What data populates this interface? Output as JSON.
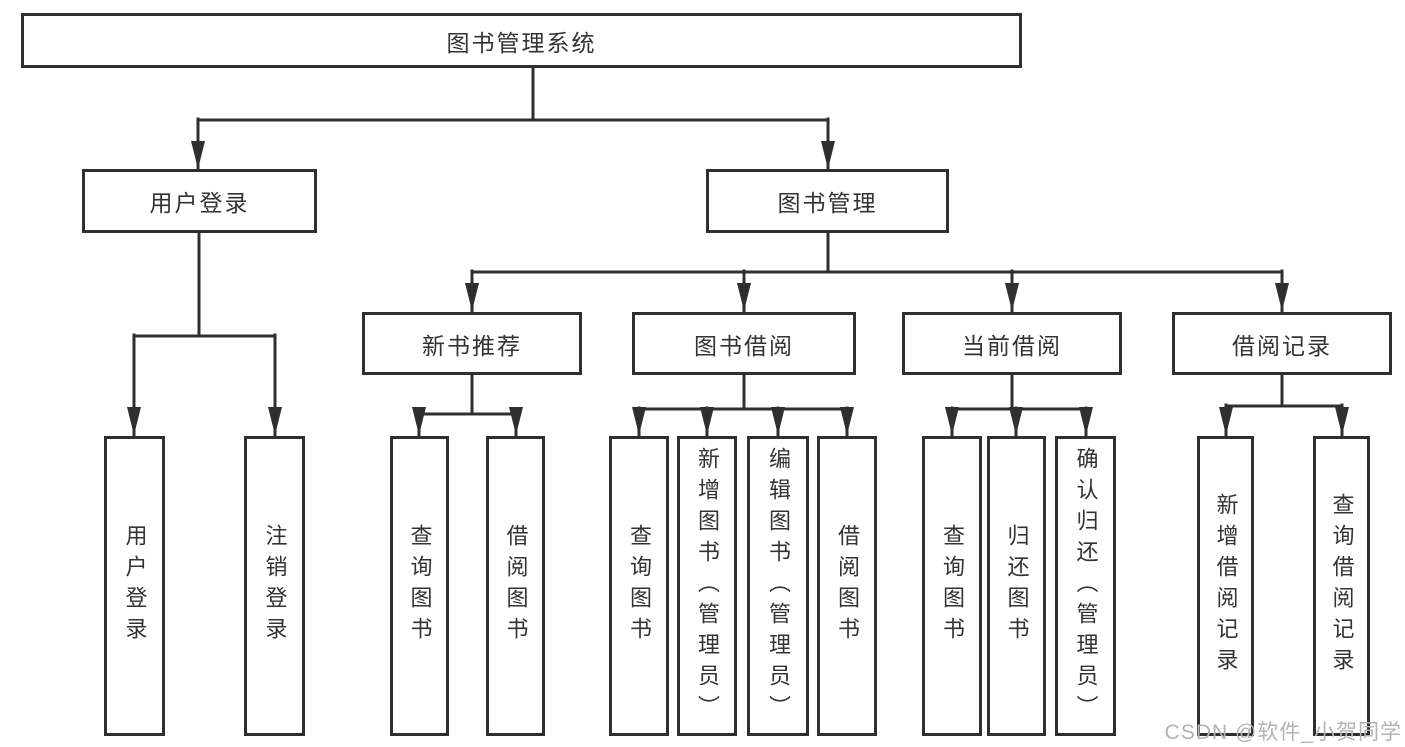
{
  "tree": {
    "root": {
      "label": "图书管理系统",
      "children": [
        {
          "label": "用户登录",
          "children": [
            {
              "label": "用户登录"
            },
            {
              "label": "注销登录"
            }
          ]
        },
        {
          "label": "图书管理",
          "children": [
            {
              "label": "新书推荐",
              "children": [
                {
                  "label": "查询图书"
                },
                {
                  "label": "借阅图书"
                }
              ]
            },
            {
              "label": "图书借阅",
              "children": [
                {
                  "label": "查询图书"
                },
                {
                  "label": "新增图书（管理员）"
                },
                {
                  "label": "编辑图书（管理员）"
                },
                {
                  "label": "借阅图书"
                }
              ]
            },
            {
              "label": "当前借阅",
              "children": [
                {
                  "label": "查询图书"
                },
                {
                  "label": "归还图书"
                },
                {
                  "label": "确认归还（管理员）"
                }
              ]
            },
            {
              "label": "借阅记录",
              "children": [
                {
                  "label": "新增借阅记录"
                },
                {
                  "label": "查询借阅记录"
                }
              ]
            }
          ]
        }
      ]
    }
  },
  "watermark": {
    "text": "CSDN @软件_小贺同学"
  },
  "colors": {
    "line": "#2f2f2f",
    "box_border": "#2f2f2f",
    "text": "#333333",
    "watermark": "#b3b3b3",
    "background": "#ffffff"
  }
}
